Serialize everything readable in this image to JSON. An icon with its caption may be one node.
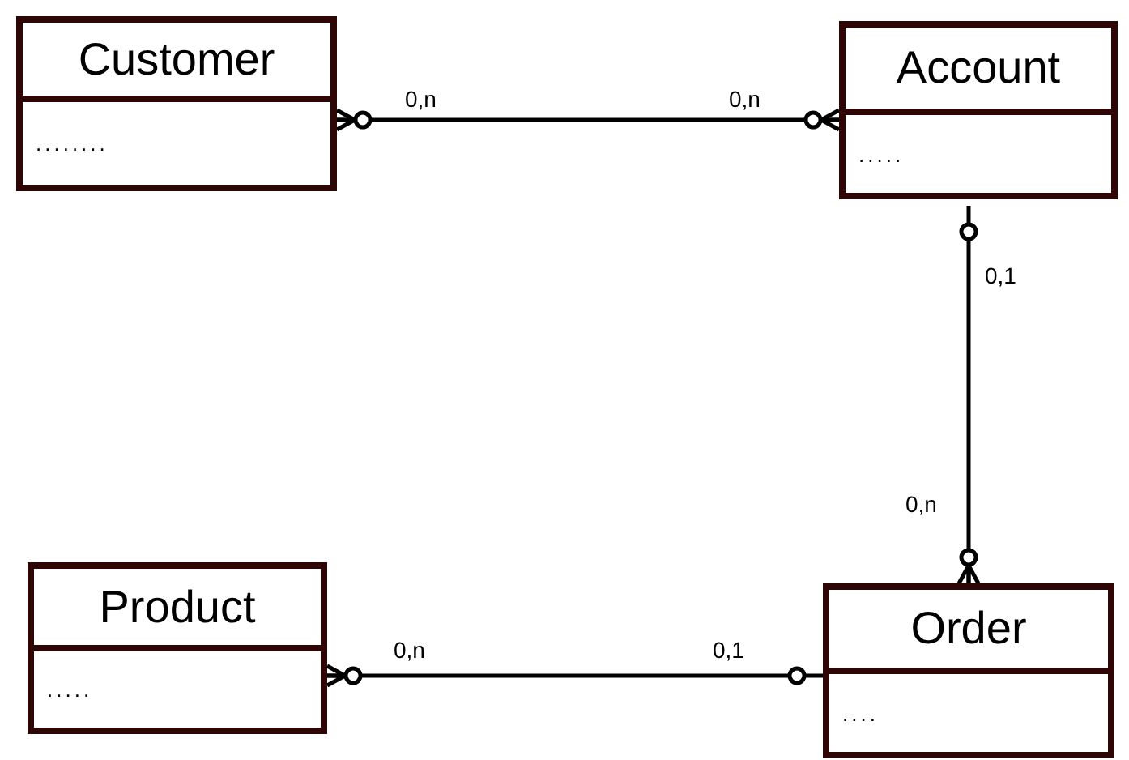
{
  "diagram": {
    "nodes": [
      {
        "text": [
          "Customer",
          "........"
        ]
      },
      {
        "text": [
          "Account",
          "....."
        ]
      },
      {
        "text": [
          "Product",
          "....."
        ]
      },
      {
        "text": [
          "Order",
          "...."
        ]
      }
    ],
    "edges": [
      {
        "from": 0,
        "to": 1,
        "arrow": "other"
      },
      {
        "from": 1,
        "to": 3,
        "arrow": "other"
      },
      {
        "from": 2,
        "to": 3,
        "arrow": "other"
      }
    ],
    "labels": [
      "0,n",
      "0,n",
      "0,1",
      "0,n",
      "0,n",
      "0,1"
    ]
  }
}
